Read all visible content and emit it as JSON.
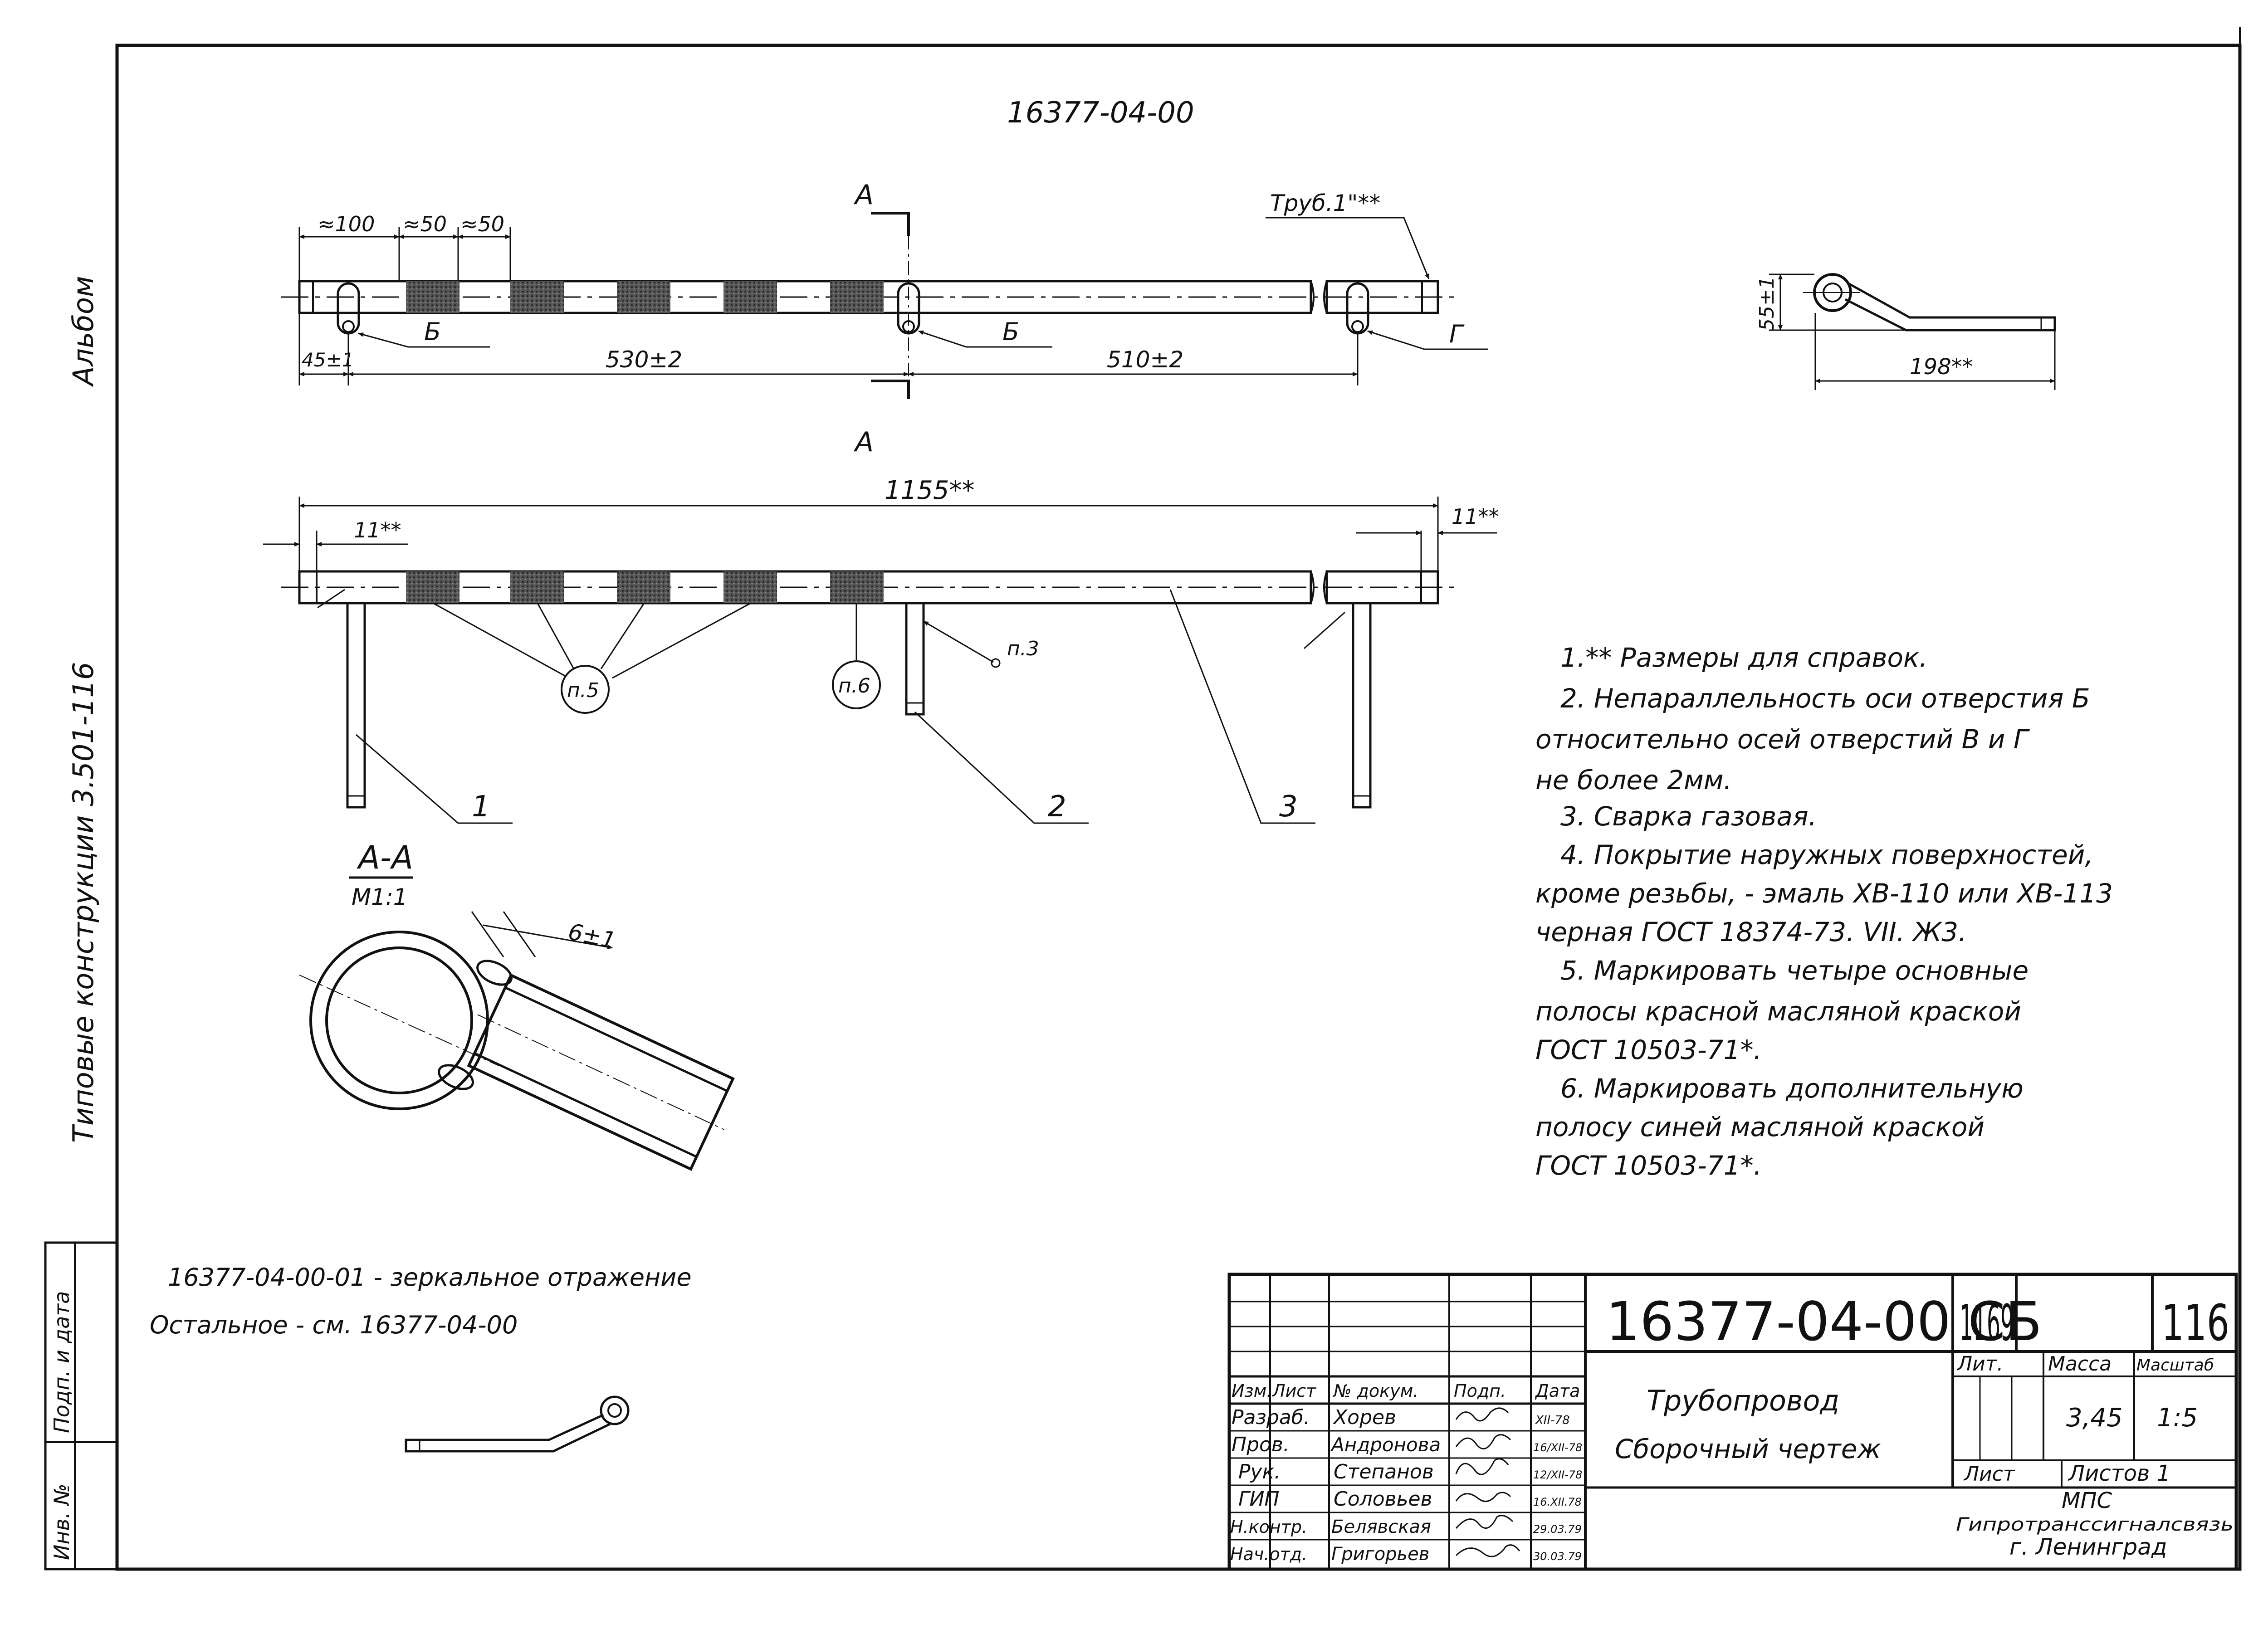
{
  "sheet": {
    "drawing_code_top": "16377-04-00",
    "album_label": "Альбом",
    "series_label": "Типовые конструкции 3.501-116"
  },
  "main_view": {
    "section_mark": "А",
    "pipe_label": "Труб.1\"**",
    "dims": {
      "d100": "≈100",
      "d50a": "≈50",
      "d50b": "≈50",
      "d45": "45±1",
      "d530": "530±2",
      "d510": "510±2",
      "hole_b1": "Б",
      "hole_b2": "Б",
      "hole_g": "Г"
    }
  },
  "lower_view": {
    "d1155": "1155**",
    "d11_left": "11**",
    "d11_right": "11**",
    "n5": "п.5",
    "n6": "п.6",
    "n3": "п.3",
    "pos1": "1",
    "pos2": "2",
    "pos3": "3"
  },
  "side_view": {
    "d55": "55±1",
    "d198": "198**"
  },
  "section_view": {
    "title": "А-А",
    "scale": "М1:1",
    "dim": "6±1"
  },
  "notes": [
    "1.** Размеры для справок.",
    "2. Непараллельность оси отверстия Б",
    "относительно осей отверстий В и Г",
    "не более 2мм.",
    "3. Сварка газовая.",
    "4. Покрытие наружных поверхностей,",
    "кроме резьбы, - эмаль ХВ-110 или ХВ-113",
    "черная ГОСТ 18374-73. VII. Ж3.",
    "5. Маркировать четыре основные",
    "полосы красной масляной краской",
    "ГОСТ 10503-71*.",
    "6. Маркировать дополнительную",
    "полосу синей масляной краской",
    "ГОСТ 10503-71*."
  ],
  "variant": {
    "mirror": "16377-04-00-01 - зеркальное отражение",
    "other": "Остальное - см. 16377-04-00"
  },
  "left_stamp": {
    "sign_date": "Подп. и дата",
    "inv_no": "Инв. №"
  },
  "title_block": {
    "designation": "16377-04-00 СБ",
    "number1": "1169",
    "number2": "116",
    "name_line1": "Трубопровод",
    "name_line2": "Сборочный чертеж",
    "lit_label": "Лит.",
    "mass_label": "Масса",
    "scale_label": "Масштаб",
    "mass": "3,45",
    "scale": "1:5",
    "sheet_label": "Лист",
    "sheets_label": "Листов 1",
    "org1": "МПС",
    "org2": "Гипротранссигналсвязь",
    "org3": "г. Ленинград",
    "headers": [
      "Изм.",
      "Лист",
      "№ докум.",
      "Подп.",
      "Дата"
    ],
    "rows": [
      {
        "role": "Разраб.",
        "name": "Хорев",
        "date": "XII-78"
      },
      {
        "role": "Пров.",
        "name": "Андронова",
        "date": "16/XII-78"
      },
      {
        "role": "Рук.",
        "name": "Степанов",
        "date": "12/XII-78"
      },
      {
        "role": "ГИП",
        "name": "Соловьев",
        "date": "16.XII.78"
      },
      {
        "role": "Н.контр.",
        "name": "Белявская",
        "date": "29.03.79"
      },
      {
        "role": "Нач.отд.",
        "name": "Григорьев",
        "date": "30.03.79"
      }
    ]
  }
}
